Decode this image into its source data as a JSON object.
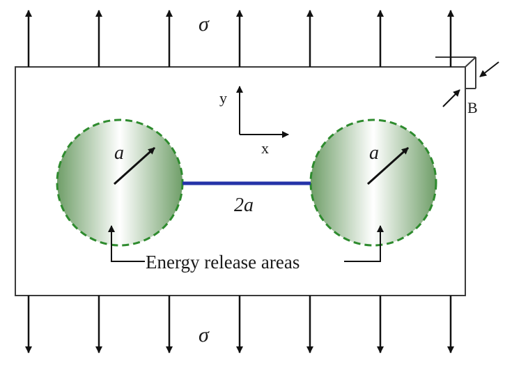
{
  "labels": {
    "stress_top": "σ",
    "stress_bottom": "σ",
    "radius_left": "a",
    "radius_right": "a",
    "crack_length": "2a",
    "axis_y": "y",
    "axis_x": "x",
    "thickness": "B",
    "energy_release": "Energy release areas"
  },
  "colors": {
    "plate_stroke": "#3a3a3a",
    "crack": "#2433a8",
    "zone_edge": "#2e8b2e",
    "zone_fill": "#7aa474",
    "arrow": "#111111"
  },
  "arrows": {
    "count_top": 7,
    "count_bottom": 7
  }
}
